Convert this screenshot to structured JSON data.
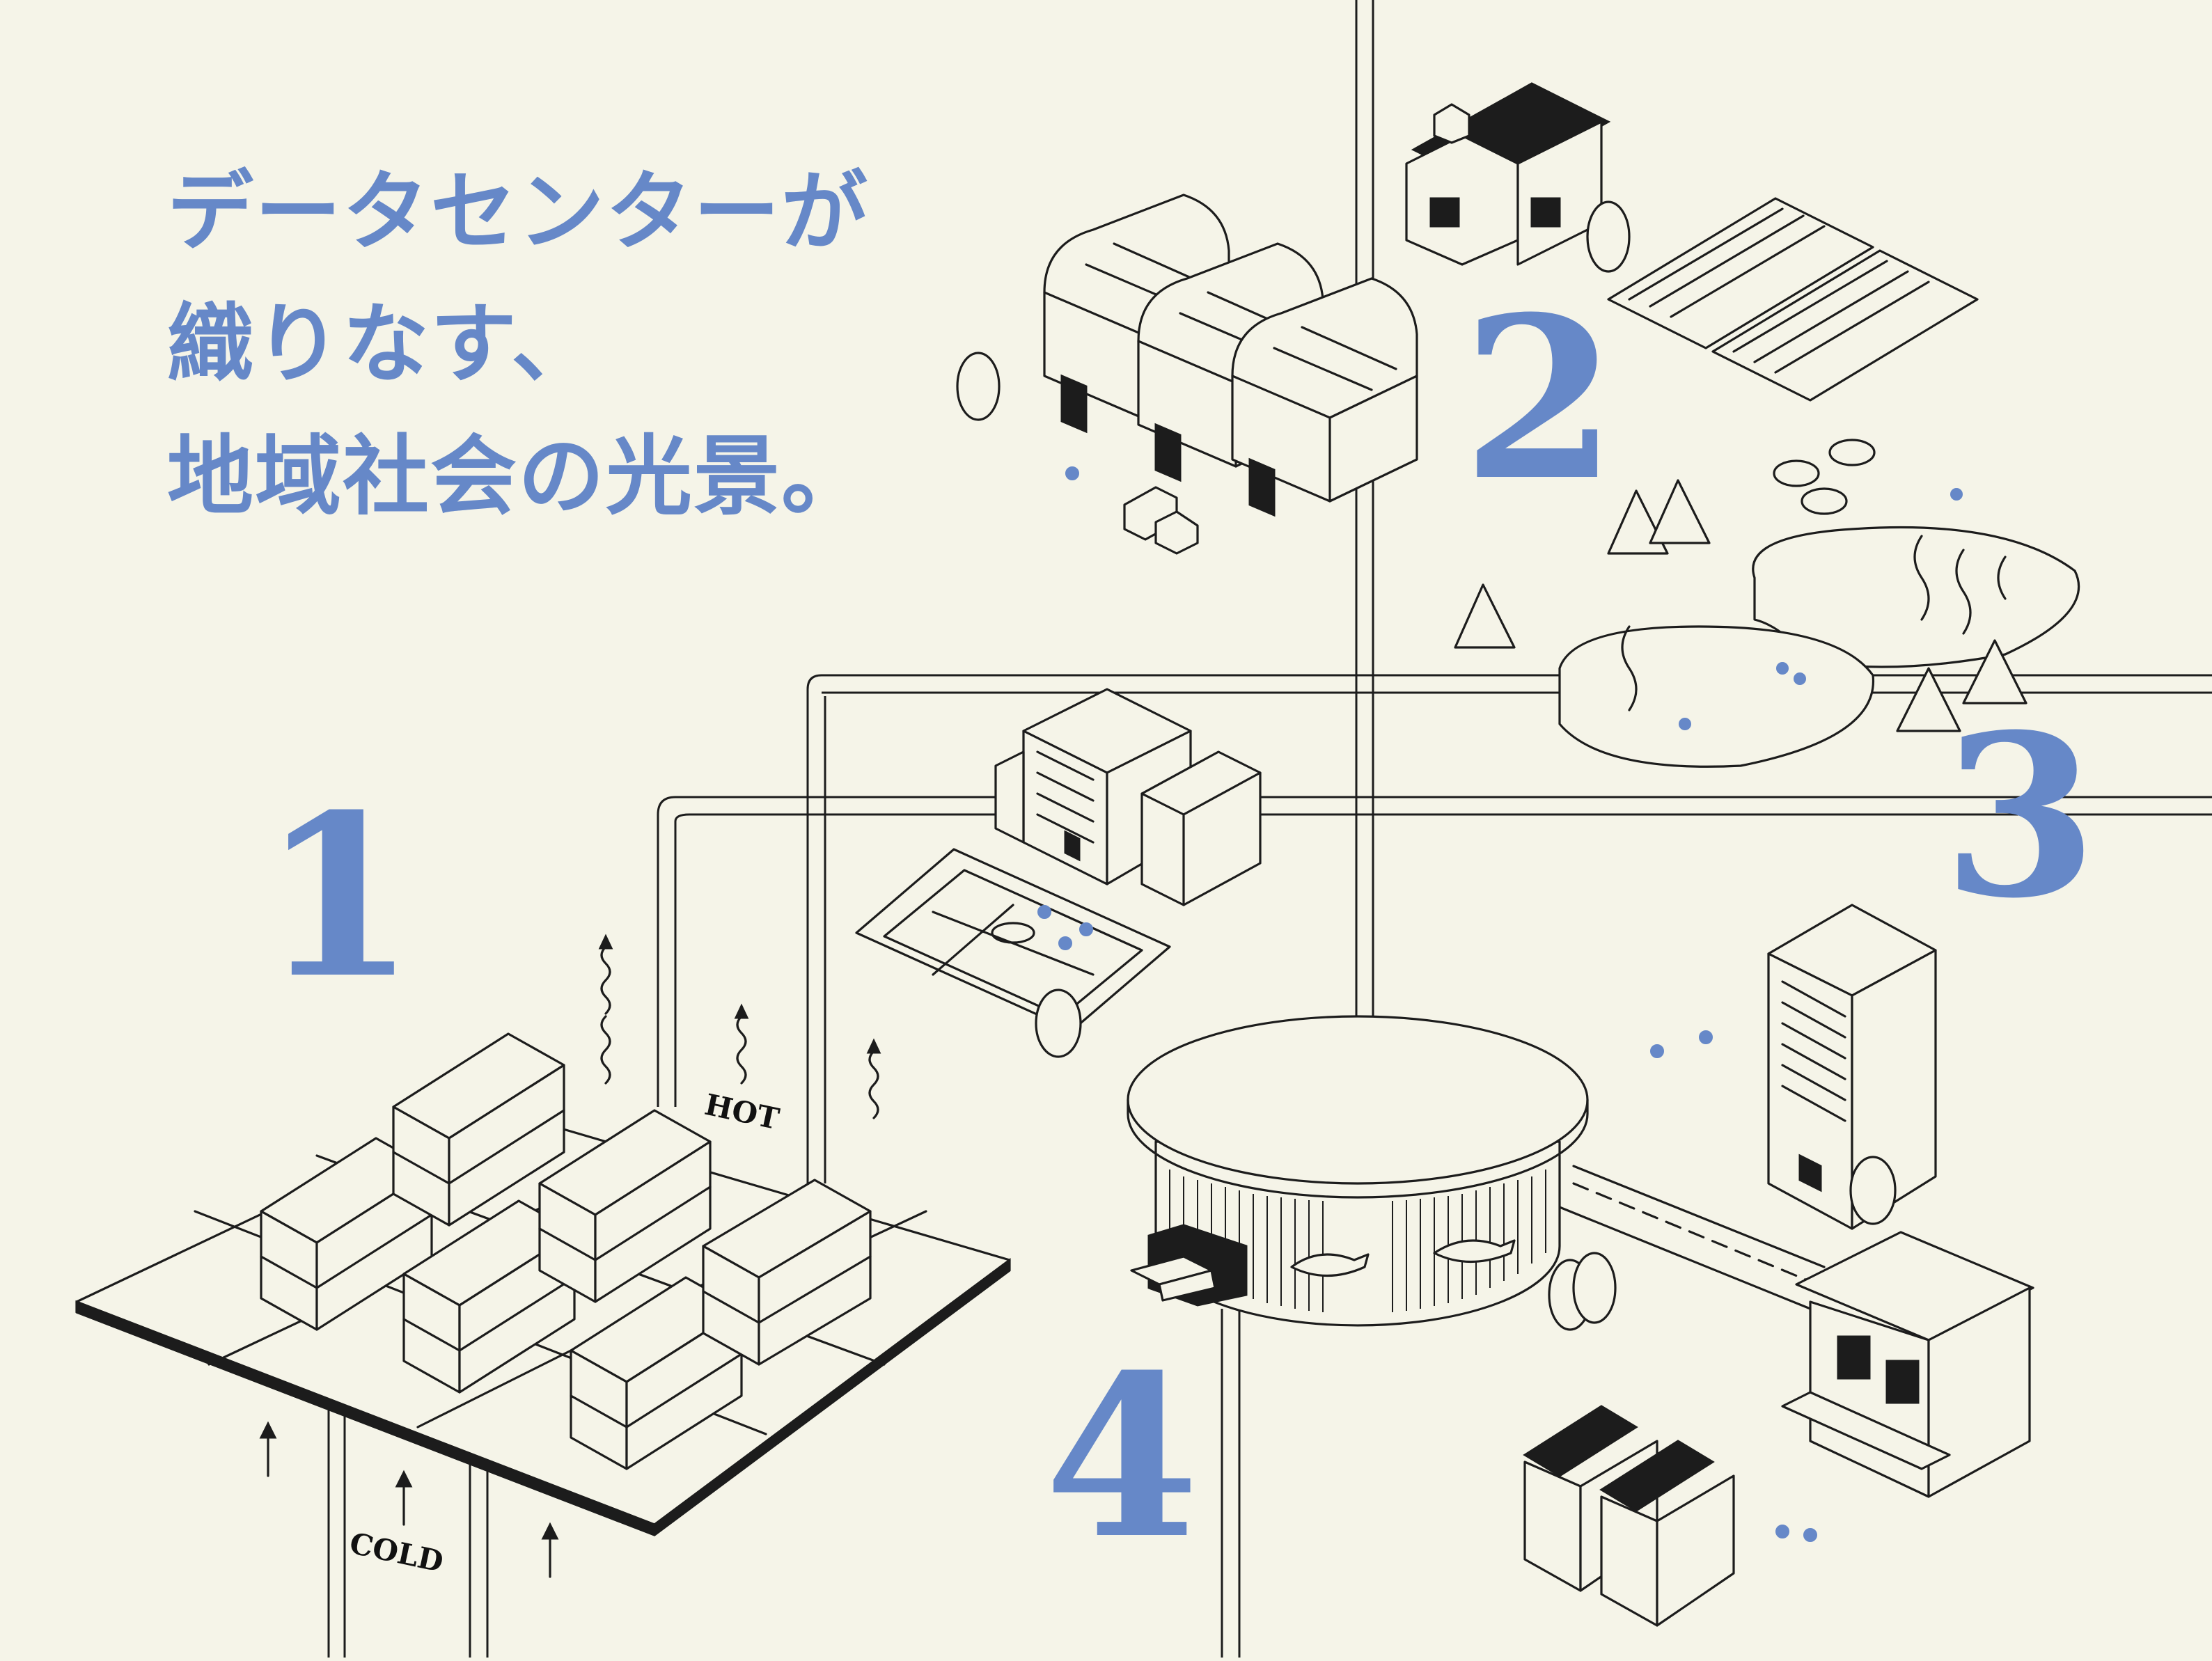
{
  "headline": {
    "line1": "データセンターが",
    "line2": "織りなす、",
    "line3": "地域社会の光景。"
  },
  "markers": {
    "one": "1",
    "two": "2",
    "three": "3",
    "four": "4"
  },
  "airflow": {
    "hot": "HOT",
    "cold": "COLD"
  },
  "colors": {
    "background": "#f5f4e8",
    "accent": "#6688c8",
    "ink": "#1c1c1c"
  }
}
